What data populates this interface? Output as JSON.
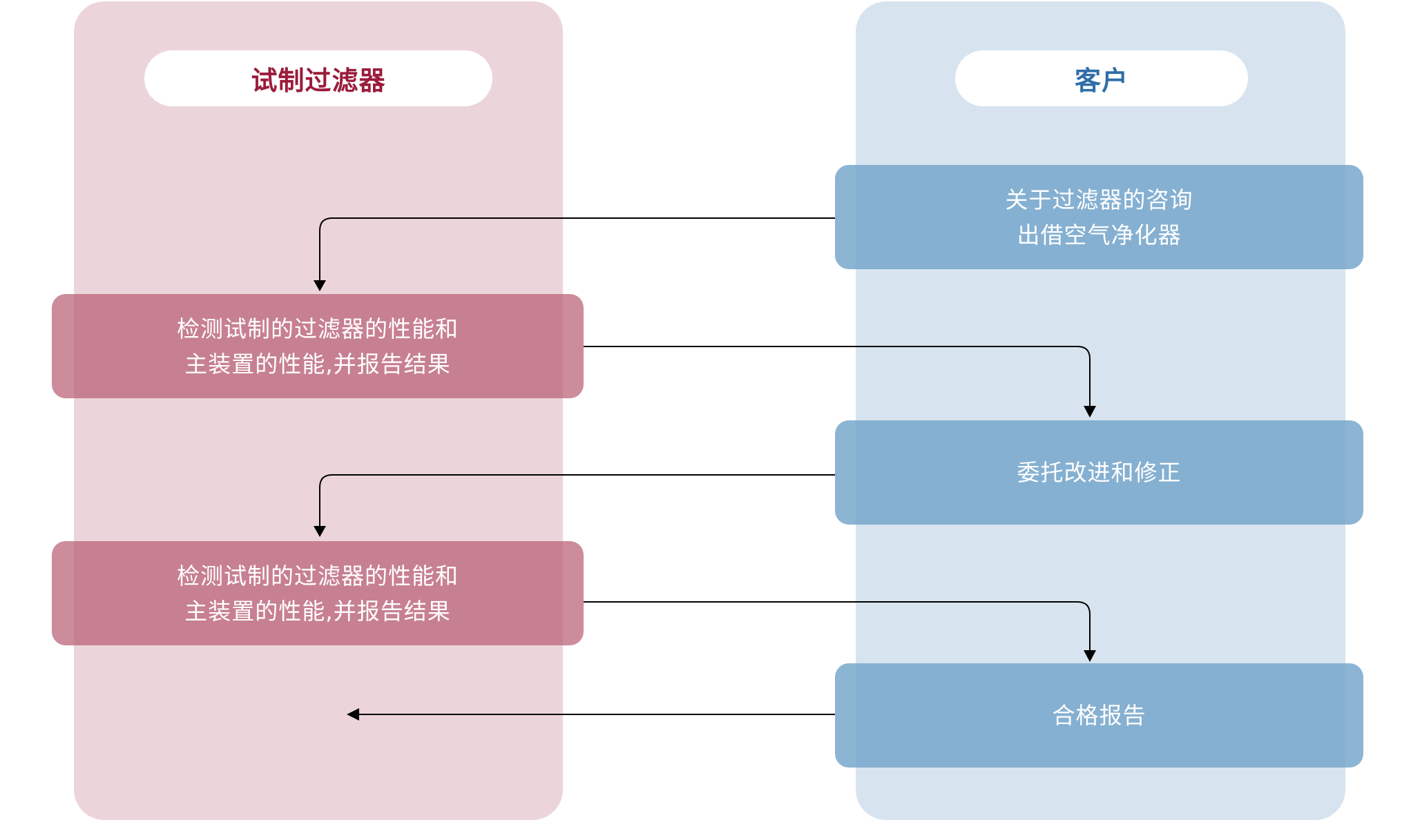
{
  "lanes": {
    "left": {
      "title": "试制过滤器"
    },
    "right": {
      "title": "客户"
    }
  },
  "steps": {
    "client_1": {
      "lines": [
        "关于过滤器的咨询",
        "出借空气净化器"
      ]
    },
    "filter_1": {
      "lines": [
        "检测试制的过滤器的性能和",
        "主装置的性能,并报告结果"
      ]
    },
    "client_2": {
      "lines": [
        "委托改进和修正"
      ]
    },
    "filter_2": {
      "lines": [
        "检测试制的过滤器的性能和",
        "主装置的性能,并报告结果"
      ]
    },
    "client_3": {
      "lines": [
        "合格报告"
      ]
    }
  },
  "colors": {
    "left_lane": "#ecd5da",
    "right_lane": "#d7e4ef",
    "left_title": "#9b1c3a",
    "right_title": "#2f6ea8",
    "left_box": "#c67f8e",
    "right_box": "#83afcf",
    "arrow": "#000000"
  }
}
